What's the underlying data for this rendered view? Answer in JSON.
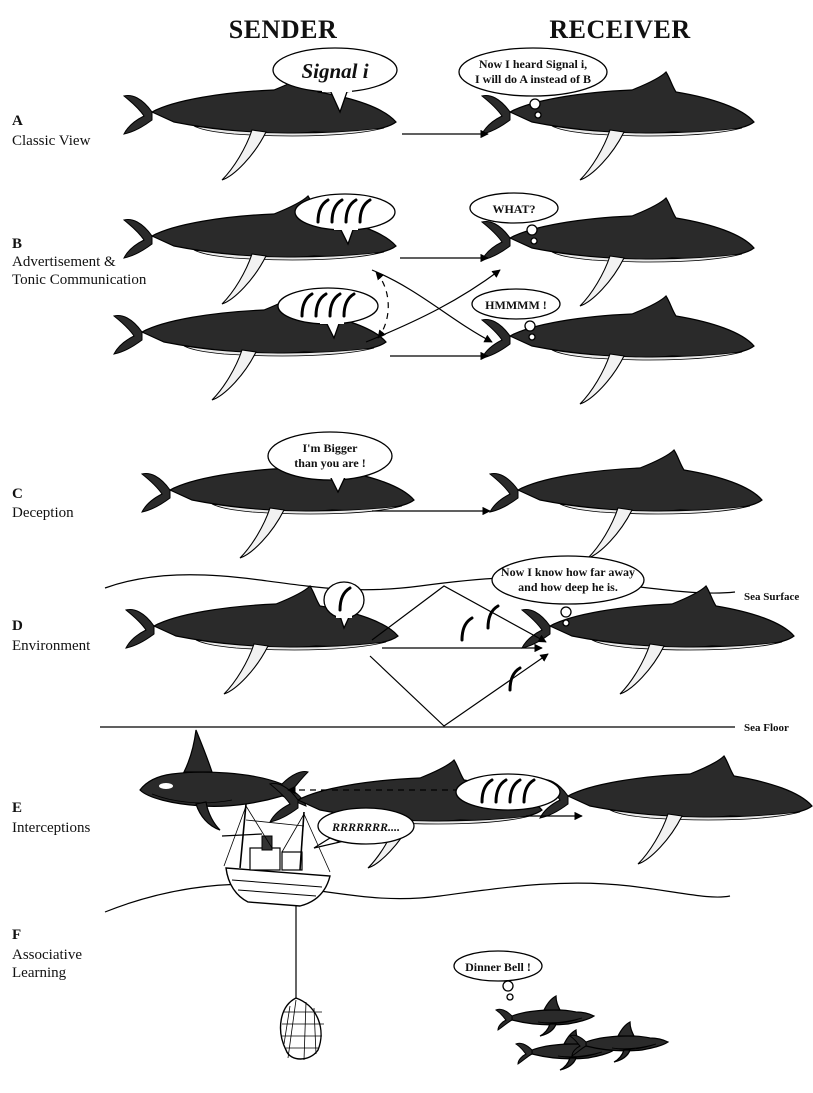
{
  "headers": {
    "sender": "SENDER",
    "receiver": "RECEIVER"
  },
  "panels": [
    {
      "letter": "A",
      "name": "Classic View"
    },
    {
      "letter": "B",
      "name": "Advertisement &",
      "name2": "Tonic Communication"
    },
    {
      "letter": "C",
      "name": "Deception"
    },
    {
      "letter": "D",
      "name": "Environment"
    },
    {
      "letter": "E",
      "name": "Interceptions"
    },
    {
      "letter": "F",
      "name": "Associative",
      "name2": "Learning"
    }
  ],
  "bubbles": {
    "a_sender": "Signal i",
    "a_receiver_line1": "Now I heard Signal i,",
    "a_receiver_line2": "I will do A instead of B",
    "b_receiver1": "WHAT?",
    "b_receiver2": "HMMMM !",
    "c_line1": "I'm Bigger",
    "c_line2": "than you are !",
    "d_line1": "Now I know how far away",
    "d_line2": "and how deep he is.",
    "f_boat": "RRRRRRR....",
    "f_dolphin": "Dinner Bell !"
  },
  "labels": {
    "sea_surface": "Sea Surface",
    "sea_floor": "Sea Floor"
  }
}
